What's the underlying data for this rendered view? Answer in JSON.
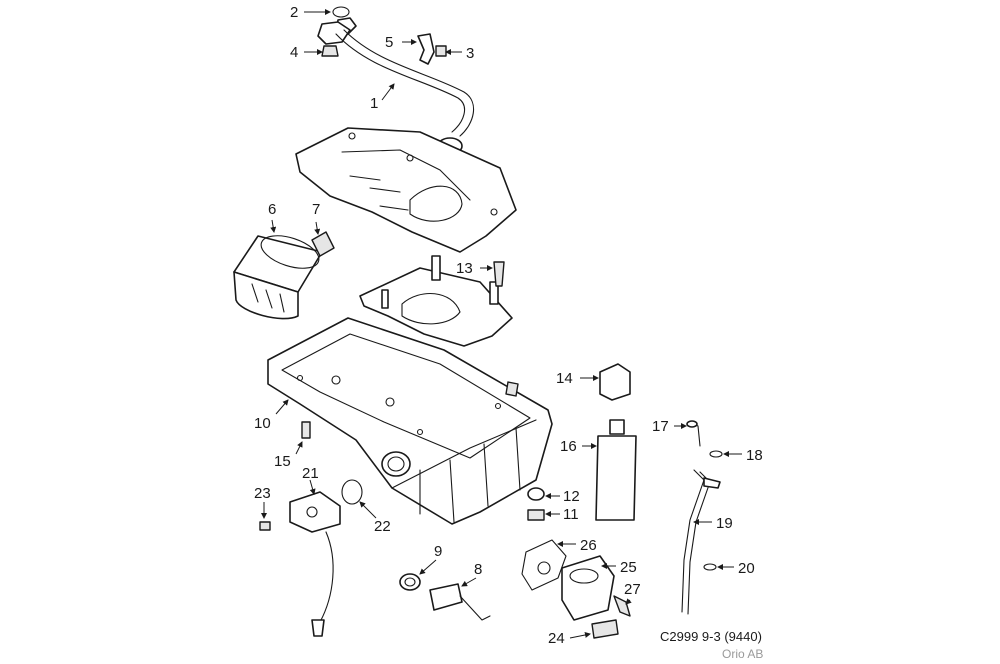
{
  "callouts": {
    "c1": "1",
    "c2": "2",
    "c3": "3",
    "c4": "4",
    "c5": "5",
    "c6": "6",
    "c7": "7",
    "c8": "8",
    "c9": "9",
    "c10": "10",
    "c11": "11",
    "c12": "12",
    "c13": "13",
    "c14": "14",
    "c15": "15",
    "c16": "16",
    "c17": "17",
    "c18": "18",
    "c19": "19",
    "c20": "20",
    "c21": "21",
    "c22": "22",
    "c23": "23",
    "c24": "24",
    "c25": "25",
    "c26": "26",
    "c27": "27"
  },
  "footer": {
    "code": "C2999 9-3 (9440)",
    "copyright": "Orio AB"
  },
  "colors": {
    "line": "#1a1a1a",
    "background": "#ffffff",
    "copyright_text": "#9a9a9a"
  }
}
